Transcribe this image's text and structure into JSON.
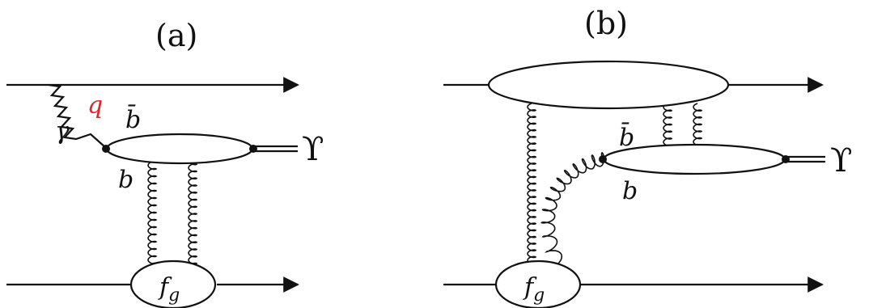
{
  "panel_a": {
    "label": "(a)",
    "photon_label": "γ",
    "virtuality_label": "q",
    "antiquark_label": "b̄",
    "quark_label": "b",
    "gluon_density_label": "fg",
    "meson_label": "ϒ"
  },
  "panel_b": {
    "label": "(b)",
    "antiquark_label": "b̄",
    "quark_label": "b",
    "gluon_density_label": "fg",
    "meson_label": "ϒ"
  },
  "colors": {
    "ink": "#111111",
    "highlight": "#e0262b",
    "background": "#ffffff"
  }
}
